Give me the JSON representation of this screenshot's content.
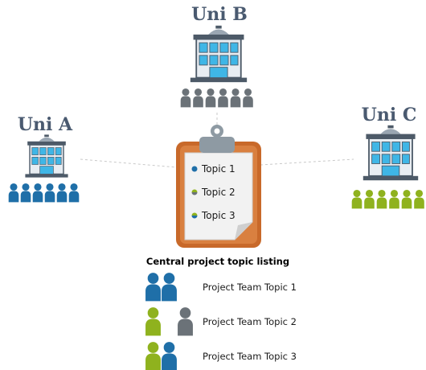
{
  "universities": [
    {
      "name": "Uni A",
      "people_color": "#1f6fa8",
      "people_count": 6
    },
    {
      "name": "Uni B",
      "people_color": "#6b7278",
      "people_count": 6
    },
    {
      "name": "Uni C",
      "people_color": "#8fb21e",
      "people_count": 6
    }
  ],
  "clipboard": {
    "topics": [
      {
        "label": "Topic 1",
        "dot_colors": [
          "#1f6fa8",
          "#1f6fa8"
        ]
      },
      {
        "label": "Topic 2",
        "dot_colors": [
          "#8fb21e",
          "#6b7278"
        ]
      },
      {
        "label": "Topic 3",
        "dot_colors": [
          "#8fb21e",
          "#1f6fa8"
        ]
      }
    ]
  },
  "caption": "Central project topic listing",
  "legend": [
    {
      "label": "Project Team Topic 1",
      "people": [
        "blue-person",
        "blue-person"
      ]
    },
    {
      "label": "Project Team Topic 2",
      "people": [
        "green-person",
        "gray-person"
      ]
    },
    {
      "label": "Project Team Topic 3",
      "people": [
        "green-person",
        "blue-person"
      ]
    }
  ],
  "colors": {
    "blue": "#1f6fa8",
    "gray": "#6b7278",
    "green": "#8fb21e",
    "clipboard_frame": "#c8692a",
    "clipboard_clip": "#8e9aa3",
    "building_glass": "#3fb6e6",
    "building_frame": "#4d5a68"
  }
}
